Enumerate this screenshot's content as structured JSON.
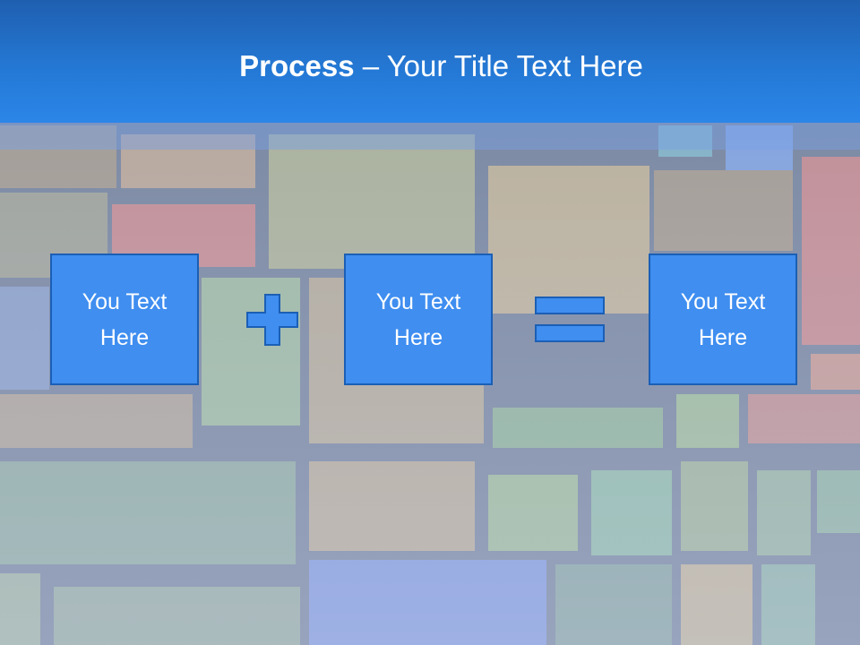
{
  "title": {
    "bold": "Process",
    "rest": " – Your Title Text Here"
  },
  "boxes": [
    {
      "text": "You Text Here"
    },
    {
      "text": "You Text Here"
    },
    {
      "text": "You Text Here"
    }
  ],
  "operators": [
    "plus-icon",
    "equals-icon"
  ],
  "colors": {
    "title_bar": "#2478d4",
    "box_fill": "#3f8ef0",
    "box_border": "#1b5fb5",
    "text": "#ffffff"
  }
}
